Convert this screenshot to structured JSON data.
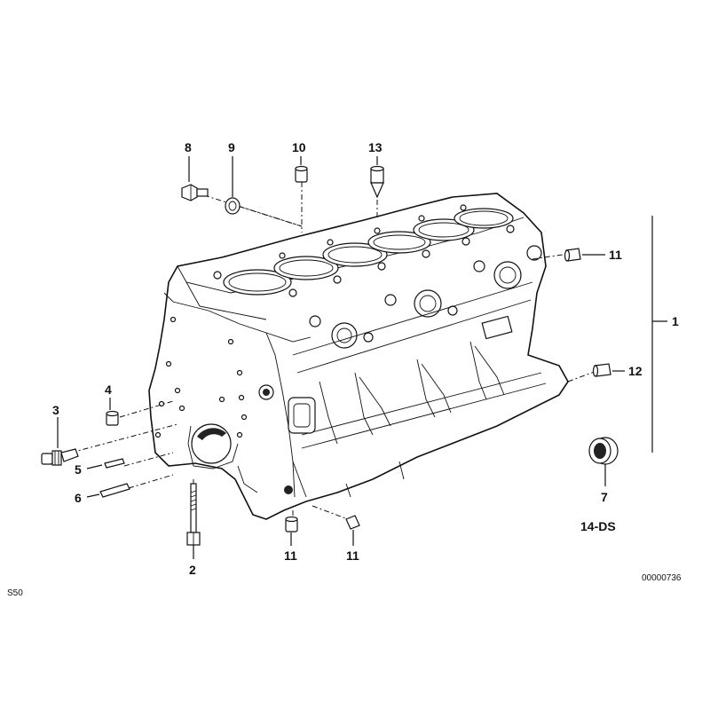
{
  "callouts": {
    "c1": "1",
    "c2": "2",
    "c3": "3",
    "c4": "4",
    "c5": "5",
    "c6": "6",
    "c7": "7",
    "c8": "8",
    "c9": "9",
    "c10": "10",
    "c11a": "11",
    "c11b": "11",
    "c11c": "11",
    "c12": "12",
    "c13": "13"
  },
  "section_code": "14-DS",
  "corner_code": "S50",
  "drawing_number": "00000736",
  "icons": {
    "engine_block": "engine-block-drawing"
  }
}
